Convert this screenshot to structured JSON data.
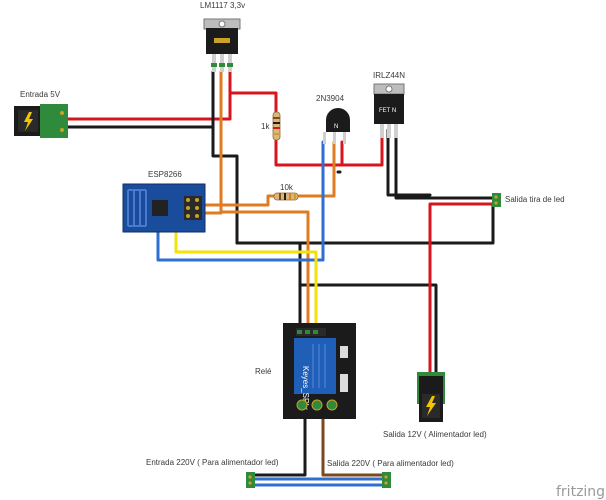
{
  "components": {
    "regulator": {
      "label": "LM1117 3,3v"
    },
    "transistor": {
      "label": "2N3904",
      "mark": "N"
    },
    "mosfet": {
      "label": "IRLZ44N",
      "mark": "FET N"
    },
    "jack_in": {
      "label": "Entrada 5V"
    },
    "esp": {
      "label": "ESP8266"
    },
    "resistor_1k": {
      "label": "1k"
    },
    "resistor_10k": {
      "label": "10k"
    },
    "relay": {
      "label": "Relé",
      "brand": "Keyes_SRly"
    },
    "out_led": {
      "label": "Salida tira de led"
    },
    "jack_out": {
      "label": "Salida 12V ( Alimentador led)"
    },
    "ac_in": {
      "label": "Entrada 220V ( Para alimentador led)"
    },
    "ac_out": {
      "label": "Salida 220V ( Para alimentador led)"
    }
  },
  "watermark": "fritzing",
  "colors": {
    "wire_red": "#d6161c",
    "wire_black": "#1a1a1a",
    "wire_orange": "#e07b22",
    "wire_blue": "#2f6fd1",
    "wire_yellow": "#f2e20a",
    "wire_brown": "#7a4a1e",
    "pcb_green": "#2f8a3b",
    "relay_blue": "#1f5fb8",
    "esp_blue": "#1a4c9c"
  }
}
